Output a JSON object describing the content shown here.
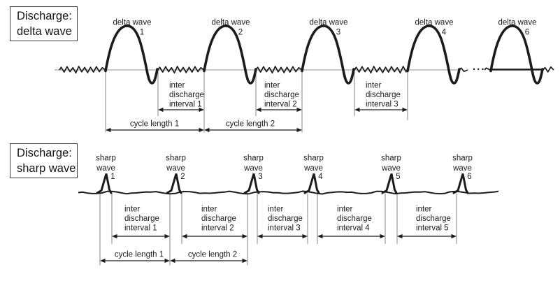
{
  "delta_section": {
    "title_line1": "Discharge:",
    "title_line2": "delta wave",
    "wave_label": "delta wave",
    "wave_numbers": [
      "1",
      "2",
      "3",
      "4",
      "6"
    ],
    "ellipsis": "...",
    "intervals": [
      [
        "inter",
        "discharge",
        "interval 1"
      ],
      [
        "inter",
        "discharge",
        "interval 2"
      ],
      [
        "inter",
        "discharge",
        "interval 3"
      ]
    ],
    "cycle_labels": [
      "cycle length 1",
      "cycle length 2"
    ]
  },
  "sharp_section": {
    "title_line1": "Discharge:",
    "title_line2": "sharp wave",
    "wave_label_line1": "sharp",
    "wave_label_line2": "wave",
    "wave_numbers": [
      "1",
      "2",
      "3",
      "4",
      "5",
      "6"
    ],
    "intervals": [
      [
        "inter",
        "discharge",
        "interval 1"
      ],
      [
        "inter",
        "discharge",
        "interval 2"
      ],
      [
        "inter",
        "discharge",
        "interval 3"
      ],
      [
        "inter",
        "discharge",
        "interval 4"
      ],
      [
        "inter",
        "discharge",
        "interval 5"
      ]
    ],
    "cycle_labels": [
      "cycle length 1",
      "cycle length 2"
    ]
  },
  "colors": {
    "ink": "#1c1c1c",
    "guide": "#8f8f8f",
    "background": "#ffffff"
  }
}
